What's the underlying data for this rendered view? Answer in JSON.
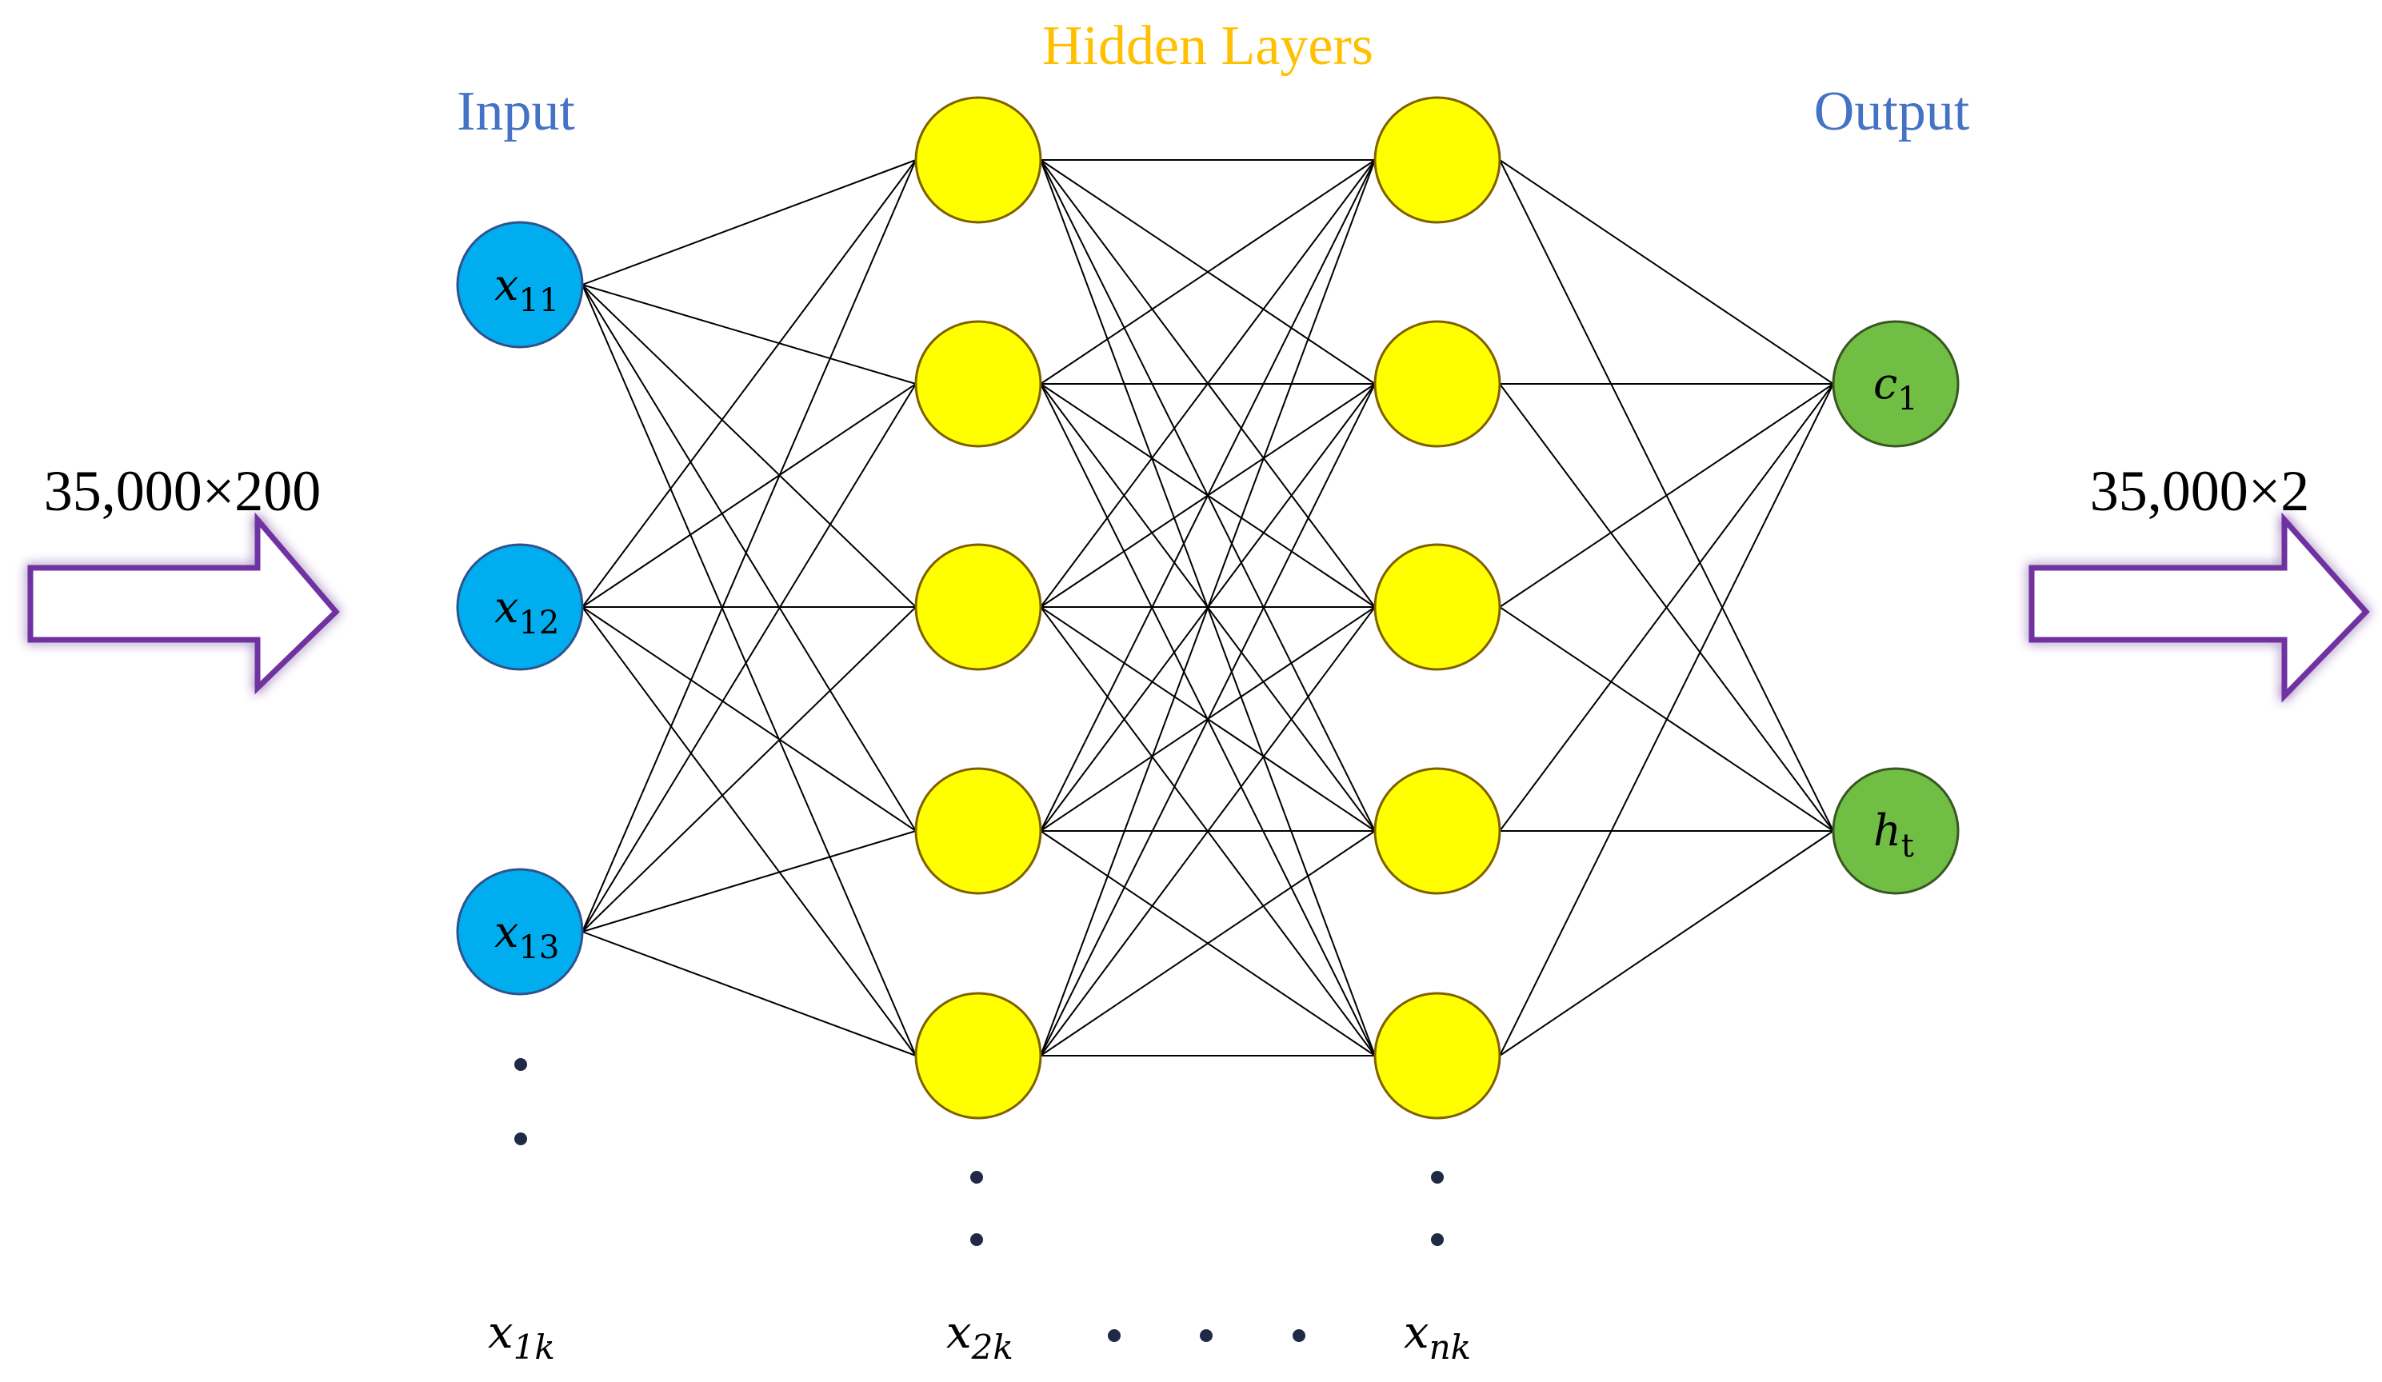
{
  "title": "Hidden Layers",
  "input_label": "Input",
  "output_label": "Output",
  "input_dims": "35,000×200",
  "output_dims": "35,000×2",
  "input_nodes": [
    {
      "var": "x",
      "sub": "11"
    },
    {
      "var": "x",
      "sub": "12"
    },
    {
      "var": "x",
      "sub": "13"
    }
  ],
  "output_nodes": [
    {
      "var": "c",
      "sub": "1"
    },
    {
      "var": "h",
      "sub": "t"
    }
  ],
  "bottom_labels": [
    {
      "var": "x",
      "sub": "1k"
    },
    {
      "var": "x",
      "sub": "2k"
    },
    {
      "var": "x",
      "sub": "nk"
    }
  ],
  "colors": {
    "input_node": "#00aeef",
    "hidden_node": "#ffff00",
    "output_node": "#70bf44",
    "label_blue": "#4472c4",
    "label_gold": "#ffc000",
    "arrow_stroke": "#7030a0",
    "arrow_glow": "#8fa8f0",
    "edge": "#000000",
    "dot": "#1f2a44"
  }
}
